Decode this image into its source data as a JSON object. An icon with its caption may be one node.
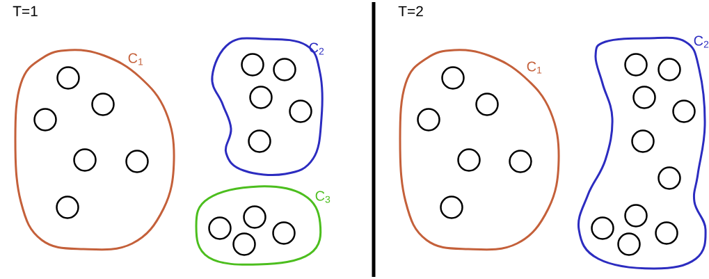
{
  "diagram": {
    "nodes": [
      {
        "text": [
          "C$_{1}$"
        ]
      },
      {
        "text": [],
        "shape": "circle",
        "in": 0
      },
      {
        "text": [],
        "shape": "circle",
        "in": 0
      },
      {
        "text": [],
        "shape": "circle",
        "in": 0
      },
      {
        "text": [],
        "shape": "circle",
        "in": 0
      },
      {
        "text": [],
        "shape": "circle",
        "in": 0
      },
      {
        "text": [],
        "shape": "circle",
        "in": 0
      },
      {
        "text": [
          "C$_{2}$"
        ]
      },
      {
        "text": [],
        "shape": "circle",
        "in": 7
      },
      {
        "text": [],
        "shape": "circle",
        "in": 7
      },
      {
        "text": [],
        "shape": "circle",
        "in": 7
      },
      {
        "text": [],
        "shape": "circle",
        "in": 7
      },
      {
        "text": [],
        "shape": "circle",
        "in": 7
      },
      {
        "text": [
          "C$_{3}$"
        ]
      },
      {
        "text": [],
        "shape": "circle",
        "in": 13
      },
      {
        "text": [],
        "shape": "circle",
        "in": 13
      },
      {
        "text": [],
        "shape": "circle",
        "in": 13
      },
      {
        "text": [],
        "shape": "circle",
        "in": 13
      },
      {
        "text": [
          "C$_{1}$"
        ]
      },
      {
        "text": [],
        "shape": "circle",
        "in": 18
      },
      {
        "text": [],
        "shape": "circle",
        "in": 18
      },
      {
        "text": [],
        "shape": "circle",
        "in": 18
      },
      {
        "text": [],
        "shape": "circle",
        "in": 18
      },
      {
        "text": [],
        "shape": "circle",
        "in": 18
      },
      {
        "text": [],
        "shape": "circle",
        "in": 18
      },
      {
        "text": [
          "C$_{2}$"
        ]
      },
      {
        "text": [],
        "shape": "circle",
        "in": 25
      },
      {
        "text": [],
        "shape": "circle",
        "in": 25
      },
      {
        "text": [],
        "shape": "circle",
        "in": 25
      },
      {
        "text": [],
        "shape": "circle",
        "in": 25
      },
      {
        "text": [],
        "shape": "circle",
        "in": 25
      },
      {
        "text": [],
        "shape": "circle",
        "in": 25
      },
      {
        "text": [],
        "shape": "circle",
        "in": 25
      },
      {
        "text": [],
        "shape": "circle",
        "in": 25
      },
      {
        "text": [],
        "shape": "circle",
        "in": 25
      },
      {
        "text": [],
        "shape": "circle",
        "in": 25
      }
    ],
    "labels": [
      "T=1",
      "T=2"
    ]
  }
}
